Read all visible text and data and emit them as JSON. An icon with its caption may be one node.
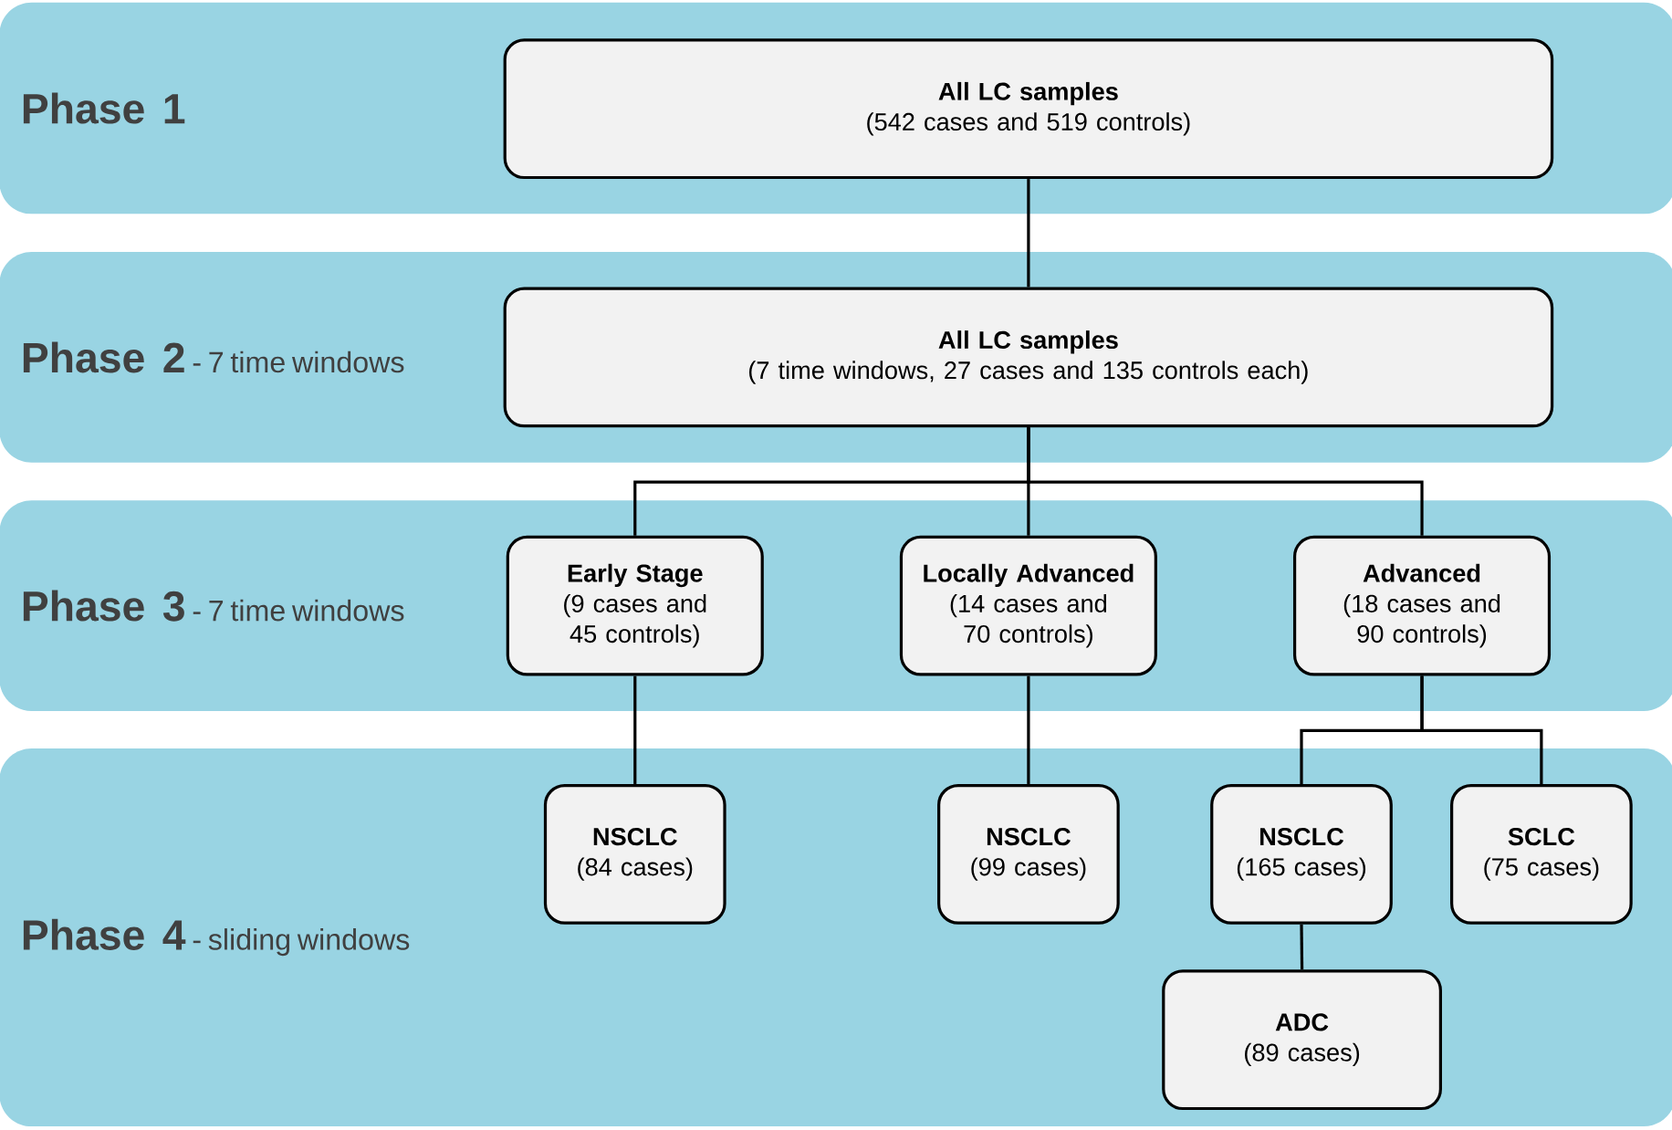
{
  "diagram": {
    "nodes": [
      {
        "text": [
          "Phase 1"
        ]
      },
      {
        "text": [
          "All LC samples",
          "(542 cases and 519 controls)"
        ],
        "in": 0
      },
      {
        "text": [
          "Phase 2",
          "- 7 time windows"
        ]
      },
      {
        "text": [
          "All LC samples",
          "(7 time windows, 27 cases and 135 controls each)"
        ],
        "in": 2
      },
      {
        "text": [
          "Phase 3",
          "- 7 time windows"
        ]
      },
      {
        "text": [
          "Early Stage",
          "(9 cases and 45 controls)"
        ],
        "in": 4
      },
      {
        "text": [
          "Locally Advanced",
          "(14 cases and 70 controls)"
        ],
        "in": 4
      },
      {
        "text": [
          "Advanced",
          "(18 cases and 90 controls)"
        ],
        "in": 4
      },
      {
        "text": [
          "Phase 4",
          "- sliding windows"
        ]
      },
      {
        "text": [
          "NSCLC",
          "(84 cases)"
        ],
        "in": 8
      },
      {
        "text": [
          "NSCLC",
          "(99 cases)"
        ],
        "in": 8
      },
      {
        "text": [
          "NSCLC",
          "(165 cases)"
        ],
        "in": 8
      },
      {
        "text": [
          "SCLC",
          "(75 cases)"
        ],
        "in": 8
      },
      {
        "text": [
          "ADC",
          "(89 cases)"
        ],
        "in": 8
      }
    ],
    "edges": [
      {
        "from": 1,
        "to": 3,
        "arrow": "none"
      },
      {
        "from": 3,
        "to": 5,
        "arrow": "none"
      },
      {
        "from": 3,
        "to": 6,
        "arrow": "none"
      },
      {
        "from": 3,
        "to": 7,
        "arrow": "none"
      },
      {
        "from": 5,
        "to": 9,
        "arrow": "none"
      },
      {
        "from": 6,
        "to": 10,
        "arrow": "none"
      },
      {
        "from": 7,
        "to": 11,
        "arrow": "none"
      },
      {
        "from": 7,
        "to": 12,
        "arrow": "none"
      },
      {
        "from": 11,
        "to": 13,
        "arrow": "none"
      }
    ]
  }
}
